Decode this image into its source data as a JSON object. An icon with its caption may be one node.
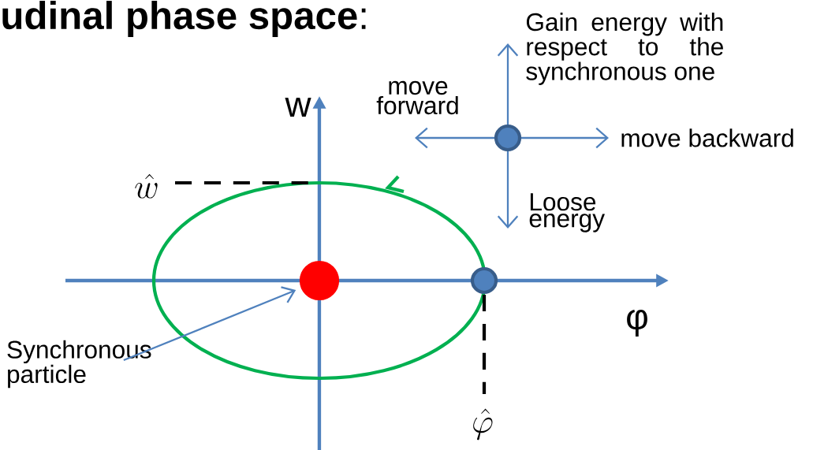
{
  "diagram": {
    "title": "**udinal phase space**:",
    "nodes": [
      {
        "text": [
          "Synchronous particle"
        ]
      },
      {
        "text": [],
        "shape": "circle"
      },
      {
        "text": [],
        "shape": "circle"
      },
      {
        "text": [],
        "shape": "circle"
      }
    ],
    "edges": [
      {
        "from": 0,
        "to": 1,
        "arrow": "to"
      }
    ],
    "labels": [
      "Gain energy with respect to the synchronous one",
      "move forward",
      "w",
      "move backward",
      "\\hat{w}",
      "Loose energy",
      "φ",
      "\\hat{\\varphi}"
    ]
  }
}
